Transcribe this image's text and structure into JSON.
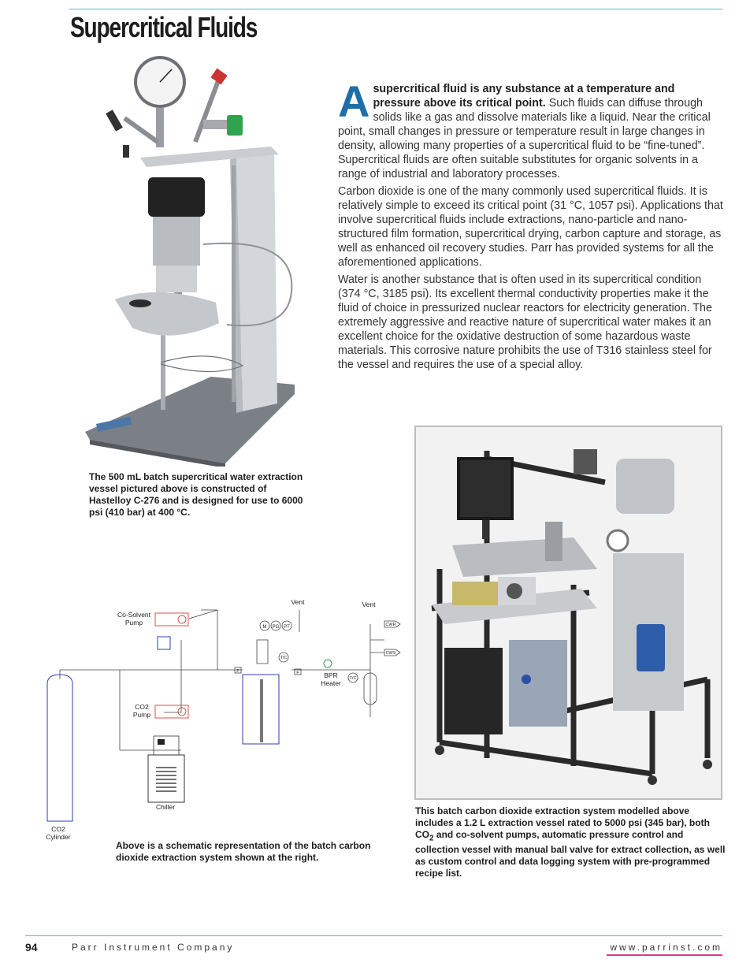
{
  "header": {
    "title": "Supercritical Fluids"
  },
  "intro": {
    "dropcap": "A",
    "lead_bold": "supercritical fluid is any substance at a temperature and pressure above its critical point.",
    "p1_rest": " Such fluids can diffuse through solids like a gas and dissolve materials like a liquid. Near the critical point, small changes in pressure or temperature result in large changes in density, allowing many properties of a supercritical fluid to be “fine-tuned”. Supercritical fluids are often suitable substitutes for organic solvents in a range of industrial and laboratory processes.",
    "p2": "Carbon dioxide is one of the many commonly used supercritical fluids. It is relatively simple to exceed its critical point (31 °C, 1057 psi). Applications that involve supercritical fluids include extractions, nano-particle and nano-structured film formation, supercritical drying, carbon capture and storage, as well as enhanced oil recovery studies. Parr has provided systems for all the aforementioned applications.",
    "p3": "Water is another substance that is often used in its supercritical condition (374 °C, 3185 psi). Its excellent thermal conductivity properties make it the fluid of choice in pressurized nuclear reactors for electricity generation. The extremely aggressive and reactive nature of supercritical water makes it an excellent choice for the oxidative destruction of some hazardous waste materials. This corrosive nature prohibits the use of T316 stainless steel for the vessel and requires the use of a special alloy."
  },
  "captions": {
    "reactor": "The 500 mL batch supercritical water extraction vessel pictured above is constructed of Hastelloy C-276 and is designed for use to 6000 psi (410 bar) at 400 °C.",
    "schematic": "Above is a schematic representation of the batch carbon dioxide extraction system shown at the right.",
    "system_pre": "This batch carbon dioxide extraction system modelled above includes a 1.2 L extraction vessel rated to 5000 psi (345 bar), both CO",
    "system_sub": "2",
    "system_post": " and co-solvent pumps, automatic pressure control and collection vessel with manual ball valve for extract collection, as well as custom control and data logging system with pre-programmed recipe list."
  },
  "schematic": {
    "cosolvent_pump_1": "Co-Solvent",
    "cosolvent_pump_2": "Pump",
    "co2_pump_1": "CO2",
    "co2_pump_2": "Pump",
    "chiller": "Chiller",
    "cylinder_1": "CO2",
    "cylinder_2": "Cylinder",
    "vent_1": "Vent",
    "vent_2": "Vent",
    "bpr": "BPR",
    "heater": "Heater",
    "tc_1": "T/C",
    "tc_2": "T/C",
    "m": "M",
    "pg": "PG",
    "pt": "PT",
    "cwr": "CWR",
    "cws": "CWS",
    "f_1": "F",
    "f_2": "F"
  },
  "footer": {
    "page_number": "94",
    "company": "Parr Instrument Company",
    "url": "www.parrinst.com"
  },
  "colors": {
    "accent_blue": "#1f6ea7",
    "rule_blue": "#6aa9c8",
    "url_underline": "#d13b8a",
    "schematic_red": "#d9534f",
    "schematic_blue": "#2b3fb5"
  }
}
